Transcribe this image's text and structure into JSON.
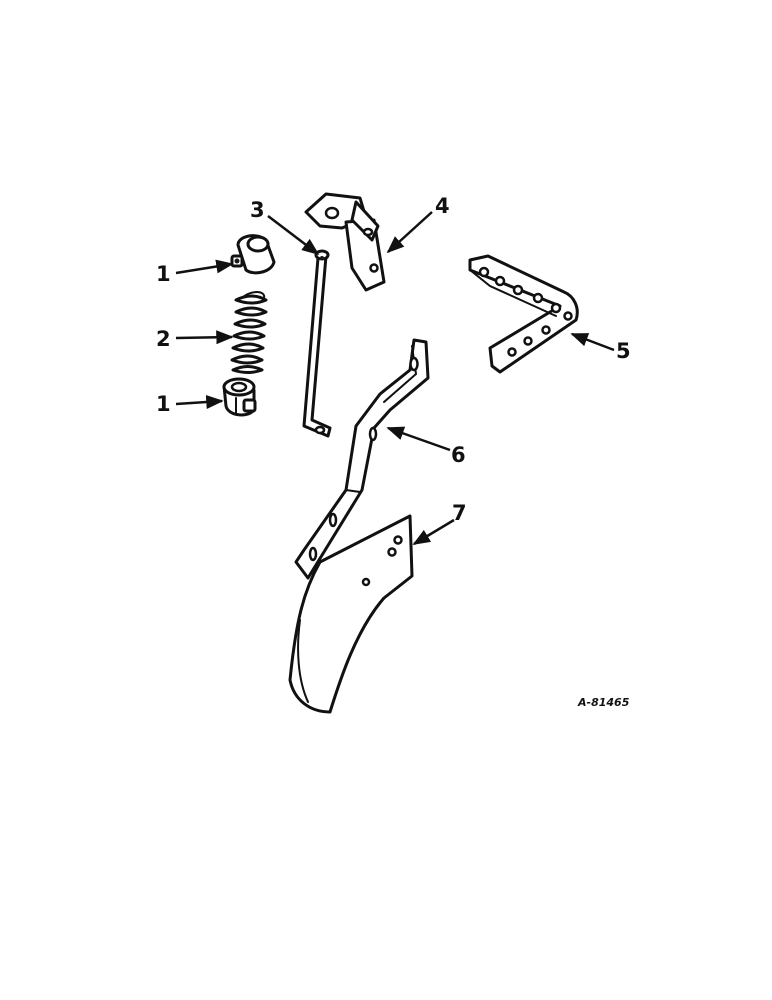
{
  "callouts": {
    "c1_top": "1",
    "c2": "2",
    "c1_bottom": "1",
    "c3": "3",
    "c4": "4",
    "c5": "5",
    "c6": "6",
    "c7": "7"
  },
  "figure_number": "A-81465",
  "colors": {
    "ink": "#111111",
    "paper": "#ffffff"
  }
}
